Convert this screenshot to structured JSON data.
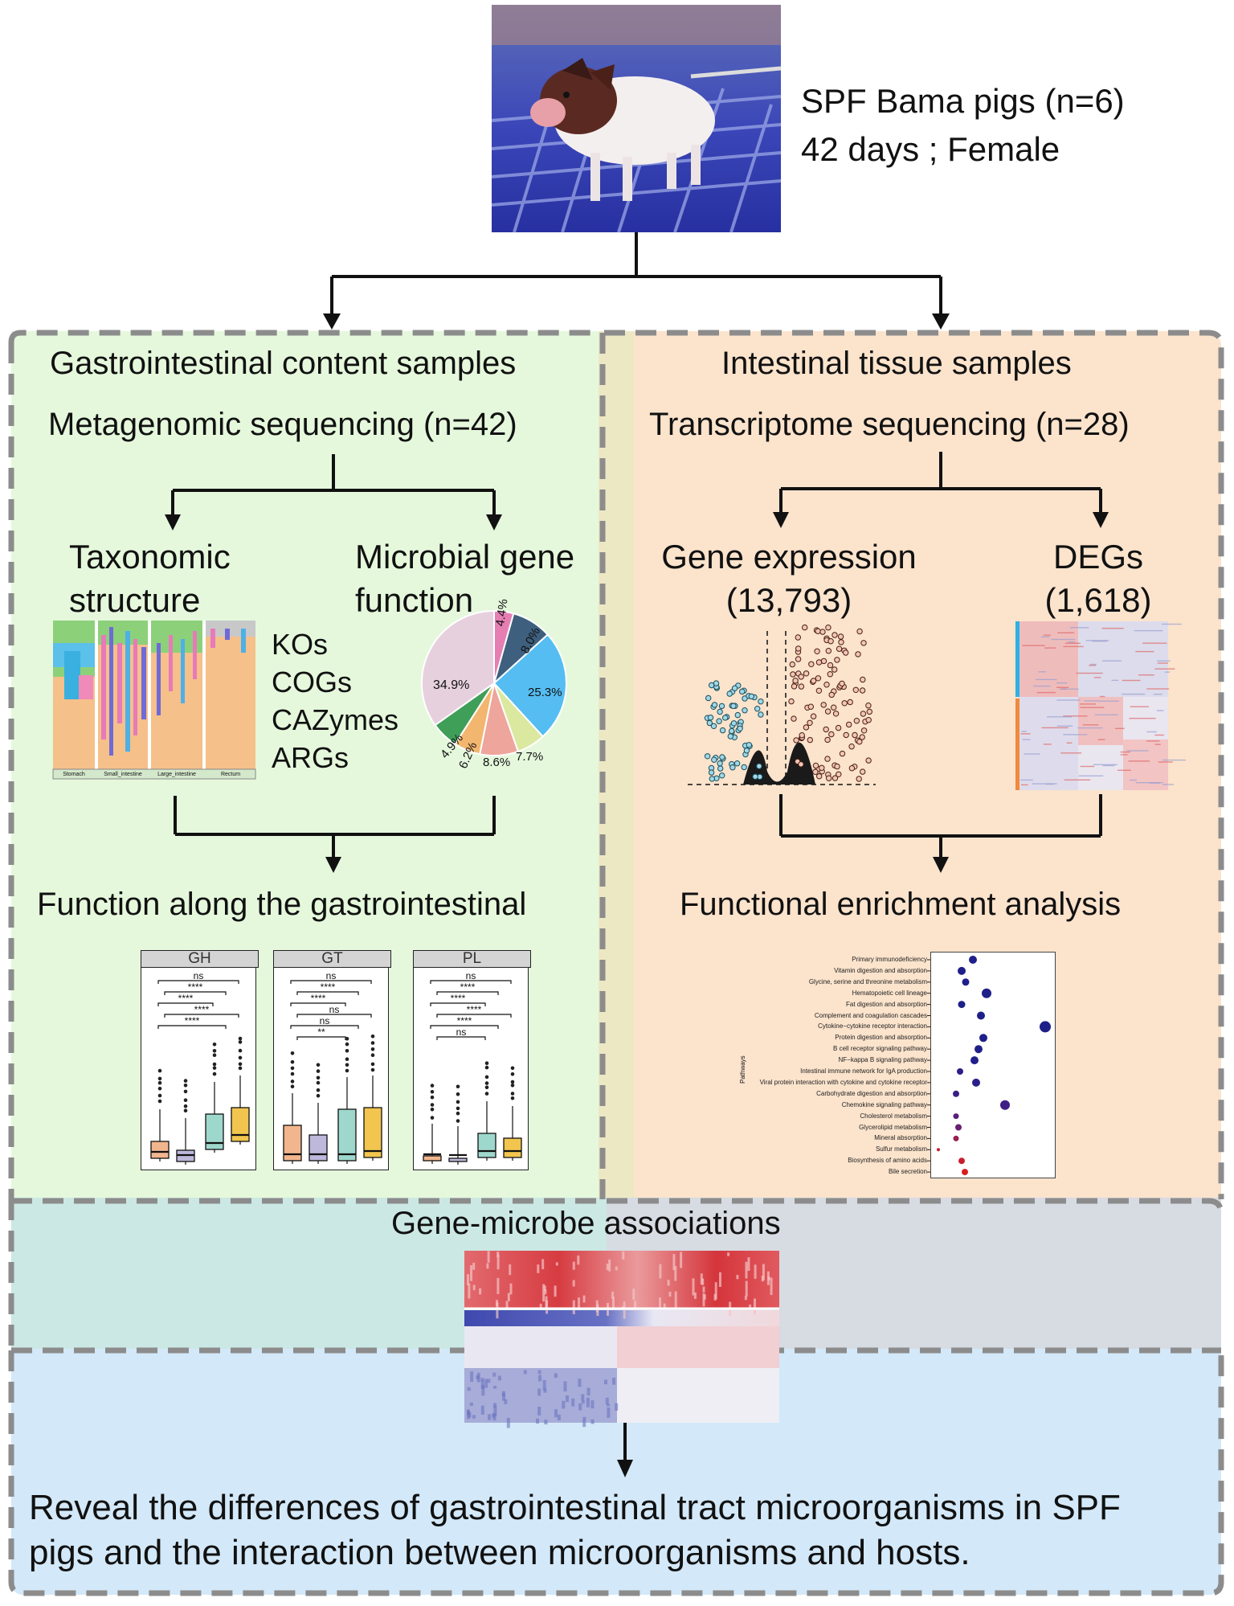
{
  "subject": {
    "line1": "SPF Bama pigs (n=6)",
    "line2": "42 days ; Female"
  },
  "left_panel": {
    "title": "Gastrointestinal content samples",
    "method": "Metagenomic sequencing (n=42)",
    "branch_left": {
      "line1": "Taxonomic",
      "line2": "structure"
    },
    "branch_right": {
      "line1": "Microbial gene",
      "line2": "function"
    },
    "annotation_types": [
      "KOs",
      "COGs",
      "CAZymes",
      "ARGs"
    ],
    "bar_groups": [
      "Stomach",
      "Small_intestine",
      "Large_intestine",
      "Rectum"
    ],
    "pie_labels": [
      "4.4%",
      "8.0%",
      "25.3%",
      "7.7%",
      "8.6%",
      "6.2%",
      "4.9%",
      "34.9%"
    ],
    "result": "Function along the gastrointestinal"
  },
  "boxplots": [
    {
      "title": "GH",
      "sig": [
        "ns",
        "****",
        "****",
        "****",
        "****"
      ]
    },
    {
      "title": "GT",
      "sig": [
        "ns",
        "****",
        "****",
        "ns",
        "ns",
        "**"
      ]
    },
    {
      "title": "PL",
      "sig": [
        "ns",
        "****",
        "****",
        "****",
        "****",
        "ns"
      ]
    }
  ],
  "right_panel": {
    "title": "Intestinal tissue samples",
    "method": "Transcriptome sequencing (n=28)",
    "branch_left": {
      "line1": "Gene expression",
      "line2": "(13,793)"
    },
    "branch_right": {
      "line1": "DEGs",
      "line2": "(1,618)"
    },
    "result": "Functional enrichment analysis"
  },
  "enrichment": {
    "axis_label": "Pathways",
    "pathways": [
      "Primary immunodeficiency",
      "Vitamin digestion and absorption",
      "Glycine, serine and threonine metabolism",
      "Hematopoietic cell lineage",
      "Fat digestion and absorption",
      "Complement and coagulation cascades",
      "Cytokine−cytokine receptor interaction",
      "Protein digestion and absorption",
      "B cell receptor signaling pathway",
      "NF−kappa B signaling pathway",
      "Intestinal immune network for IgA production",
      "Viral protein interaction with cytokine and cytokine receptor",
      "Carbohydrate digestion and absorption",
      "Chemokine signaling pathway",
      "Cholesterol metabolism",
      "Glycerolipid metabolism",
      "Mineral absorption",
      "Sulfur metabolism",
      "Biosynthesis of amino acids",
      "Bile secretion"
    ]
  },
  "association": {
    "title": "Gene-microbe associations"
  },
  "conclusion": {
    "line1": "Reveal the differences of gastrointestinal tract microorganisms in SPF",
    "line2": "pigs and the interaction between microorganisms and hosts."
  },
  "colors": {
    "left_bg": "#e5f8dc",
    "right_bg": "#fbe3cc",
    "overlap_bg": "#ede8c4",
    "assoc_left_bg": "#cbe8e4",
    "assoc_right_bg": "#d7dbe2",
    "bottom_bg": "#d3e8f8",
    "heat_red": "#d8343a",
    "heat_blue": "#2c3aa8"
  }
}
